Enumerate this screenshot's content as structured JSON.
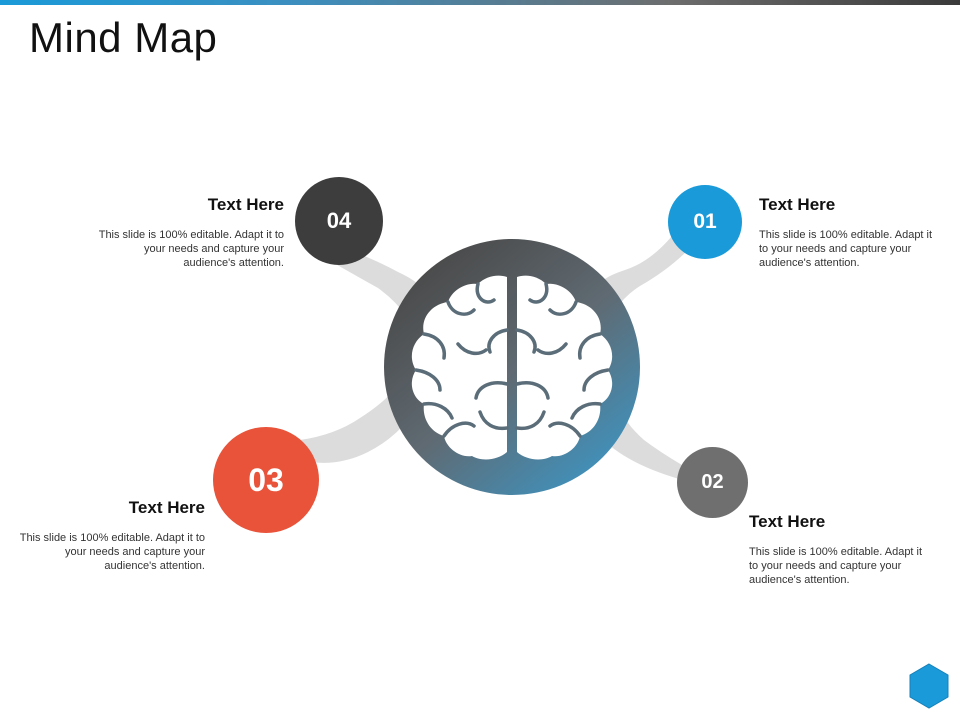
{
  "title": "Mind Map",
  "colors": {
    "node_04": "#3d3d3d",
    "node_01": "#1a9ad8",
    "node_03": "#e8533a",
    "node_02": "#6f6f6f",
    "connector": "#dcdcdc",
    "hub_dark": "#555555",
    "hub_blue": "#3e8fb8",
    "hexagon": "#1a9ad8"
  },
  "center": {
    "icon": "brain-icon"
  },
  "nodes": [
    {
      "id": "04",
      "number": "04",
      "heading": "Text Here",
      "body": "This slide is 100% editable. Adapt it to your needs and capture your audience's attention."
    },
    {
      "id": "01",
      "number": "01",
      "heading": "Text Here",
      "body": "This slide is 100% editable. Adapt it to your needs and capture your audience's attention."
    },
    {
      "id": "03",
      "number": "03",
      "heading": "Text Here",
      "body": "This slide is 100% editable. Adapt it to your needs and capture your audience's attention."
    },
    {
      "id": "02",
      "number": "02",
      "heading": "Text Here",
      "body": "This slide is 100% editable. Adapt it to your needs and capture your audience's attention."
    }
  ],
  "corner_icon": "hexagon-icon"
}
